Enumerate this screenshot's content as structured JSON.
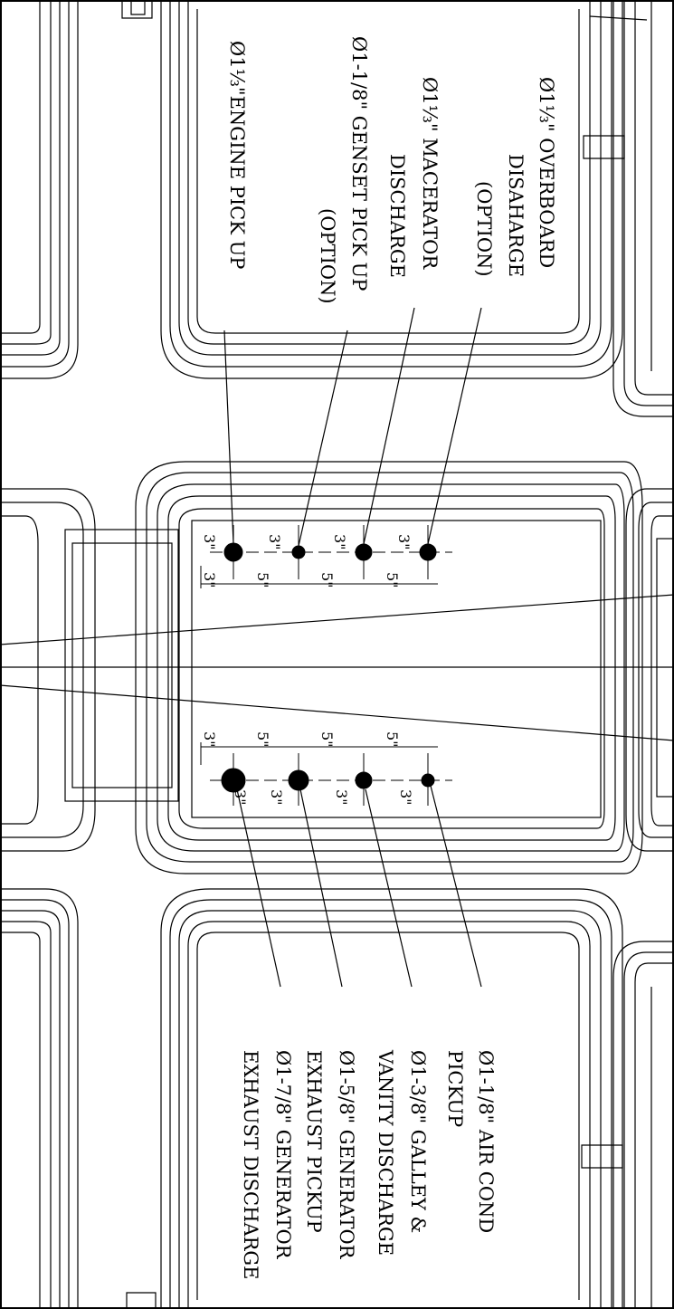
{
  "callouts_top": [
    {
      "line1": "Ø1⅓\" OVERBOARD",
      "line2": "DISAHARGE",
      "line3": "(OPTION)"
    },
    {
      "line1": "Ø1⅓\" MACERATOR",
      "line2": "DISCHARGE",
      "line3": ""
    },
    {
      "line1": "Ø1-1/8\" GENSET PICK UP",
      "line2": "(OPTION)",
      "line3": ""
    },
    {
      "line1": "Ø1⅓\"ENGINE PICK UP",
      "line2": "",
      "line3": ""
    }
  ],
  "callouts_bottom": [
    {
      "line1": "Ø1-1/8\" AIR COND",
      "line2": "PICKUP"
    },
    {
      "line1": "Ø1-3/8\" GALLEY &",
      "line2": "VANITY DISCHARGE"
    },
    {
      "line1": "Ø1-5/8\" GENERATOR",
      "line2": "EXHAUST PICKUP"
    },
    {
      "line1": "Ø1-7/8\" GENERATOR",
      "line2": "EXHAUST DISCHARGE"
    }
  ],
  "dimensions": {
    "three": "3\"",
    "five": "5\""
  }
}
